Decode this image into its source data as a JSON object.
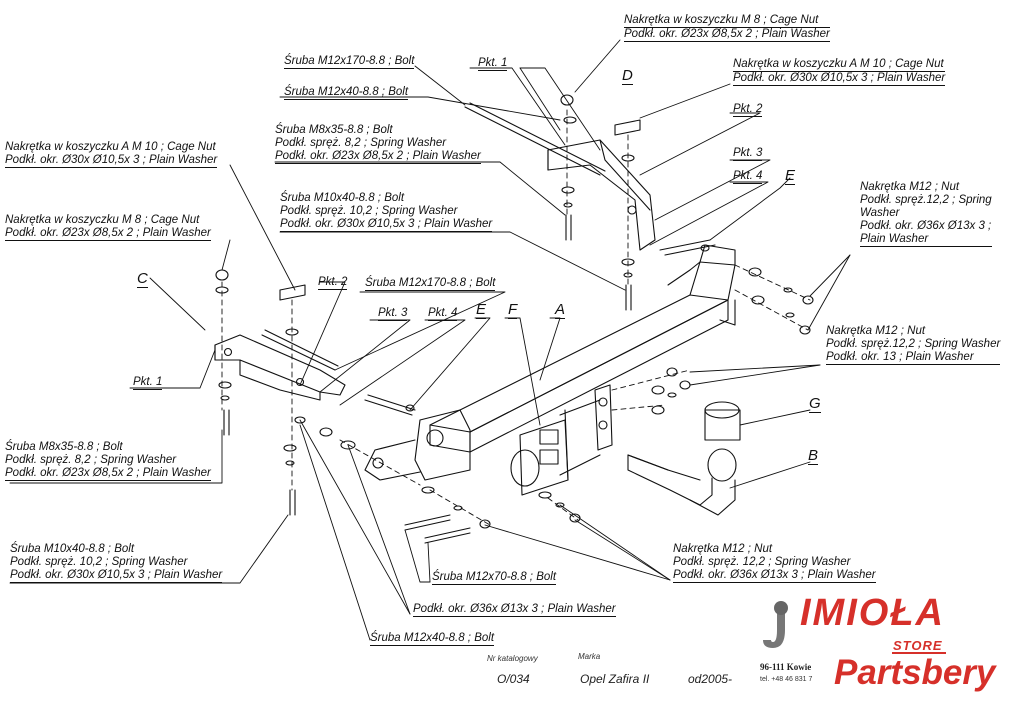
{
  "labels": {
    "top_cage_nut_m8": [
      "Nakrętka  w koszyczku M 8 ; Cage Nut",
      "Podkł. okr.  Ø23x Ø8,5x 2 ; Plain Washer"
    ],
    "top_cage_nut_m10": [
      "Nakrętka  w koszyczku A M 10 ; Cage Nut",
      "Podkł. okr.  Ø30x Ø10,5x 3 ; Plain Washer"
    ],
    "bolt_m12x170_top": "Śruba M12x170-8.8 ;  Bolt",
    "bolt_m12x40_top": "Śruba M12x40-8.8 ;  Bolt",
    "bolt_m8x35_top": [
      "Śruba M8x35-8.8 ;  Bolt",
      "Podkł. spręż. 8,2 ; Spring Washer",
      "Podkł. okr.  Ø23x Ø8,5x 2 ; Plain Washer"
    ],
    "bolt_m10x40_top": [
      "Śruba M10x40-8.8 ;  Bolt",
      "Podkł. spręż. 10,2 ; Spring Washer",
      "Podkł. okr.  Ø30x Ø10,5x 3 ; Plain Washer"
    ],
    "left_cage_nut_m10": [
      "Nakrętka  w koszyczku A M 10 ; Cage Nut",
      "Podkł. okr.  Ø30x Ø10,5x 3 ; Plain Washer"
    ],
    "left_cage_nut_m8": [
      "Nakrętka  w koszyczku M 8 ; Cage Nut",
      "Podkł. okr.  Ø23x Ø8,5x 2 ; Plain Washer"
    ],
    "bolt_m12x170_mid": "Śruba M12x170-8.8 ;  Bolt",
    "right_nut_m12_a": [
      "Nakrętka  M12 ; Nut",
      "Podkł. spręż.12,2 ; Spring",
      "Washer",
      "Podkł. okr.  Ø36x Ø13x 3 ;",
      "Plain Washer"
    ],
    "right_nut_m12_b": [
      "Nakrętka  M12 ; Nut",
      "Podkł. spręż.12,2 ; Spring Washer",
      "Podkł. okr. 13 ; Plain Washer"
    ],
    "left_bolt_m8x35": [
      "Śruba M8x35-8.8 ;  Bolt",
      "Podkł. spręż. 8,2 ; Spring Washer",
      "Podkł. okr.  Ø23x Ø8,5x 2 ; Plain Washer"
    ],
    "left_bolt_m10x40": [
      "Śruba M10x40-8.8 ;  Bolt",
      "Podkł. spręż. 10,2 ; Spring Washer",
      "Podkł. okr.  Ø30x Ø10,5x 3 ; Plain Washer"
    ],
    "bottom_nut_m12": [
      "Nakrętka  M12 ; Nut",
      "Podkł. spręż. 12,2 ; Spring Washer",
      "Podkł. okr.  Ø36x Ø13x 3 ; Plain Washer"
    ],
    "bolt_m12x70": "Śruba M12x70-8.8 ;  Bolt",
    "plain_washer_36": "Podkł. okr.  Ø36x Ø13x 3 ; Plain Washer",
    "bolt_m12x40_bottom": "Śruba M12x40-8.8 ;  Bolt"
  },
  "pkt": {
    "p1": "Pkt. 1",
    "p2": "Pkt. 2",
    "p3": "Pkt. 3",
    "p4": "Pkt. 4"
  },
  "letters": {
    "A": "A",
    "B": "B",
    "C": "C",
    "D": "D",
    "E": "E",
    "F": "F",
    "G": "G"
  },
  "meta": {
    "catalog_label": "Nr katalogowy",
    "brand_label": "Marka",
    "catalog_no": "O/034",
    "brand": "Opel Zafira II",
    "year": "od2005-"
  },
  "logo": {
    "text": "IMIOŁA",
    "address": "96-111 Kowie",
    "phone": "tel. +48 46 831 7",
    "store_word": "STORE",
    "store_name": "Partsbery"
  },
  "colors": {
    "logo_red": "#d6302a",
    "line": "#111111"
  }
}
